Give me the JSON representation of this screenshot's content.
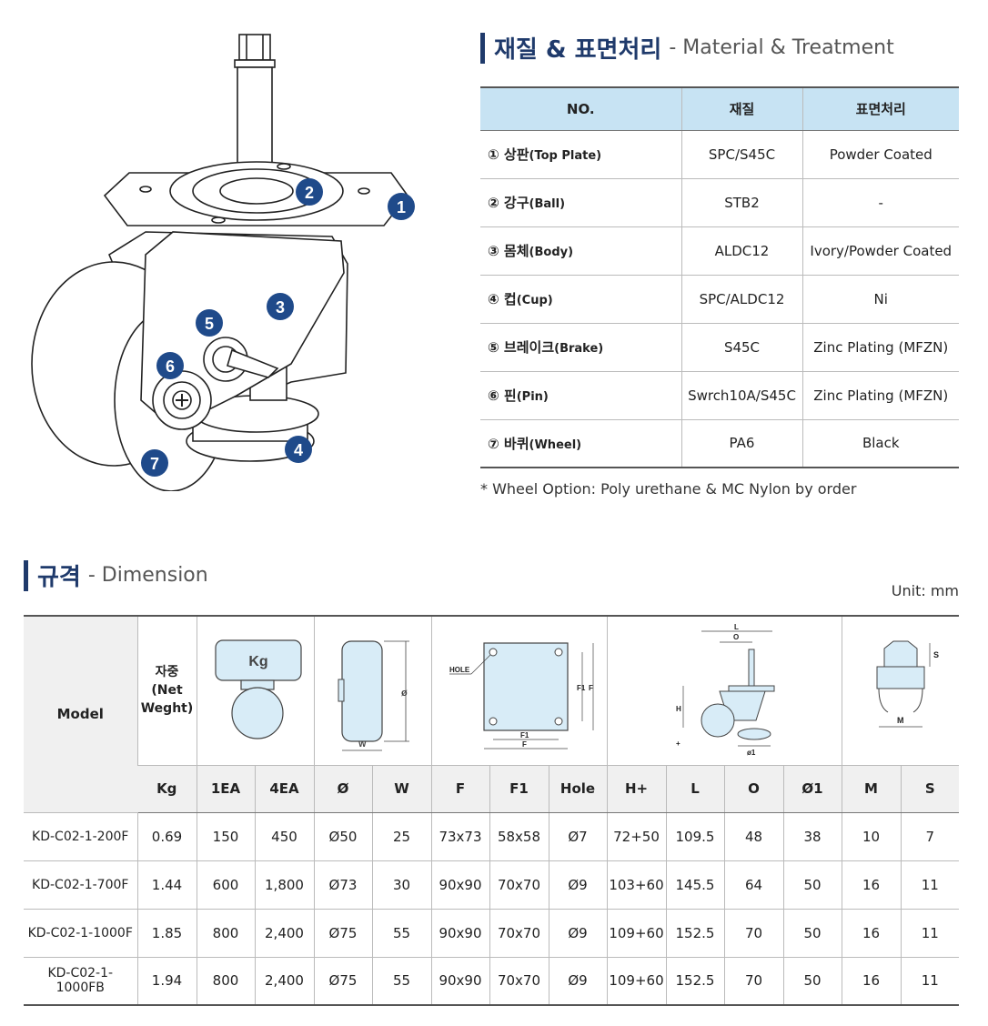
{
  "material_section": {
    "title_ko": "재질 & 표면처리",
    "title_en": "- Material & Treatment",
    "headers": [
      "NO.",
      "재질",
      "표면처리"
    ],
    "rows": [
      {
        "no_ko": "① 상판",
        "no_en": "(Top Plate)",
        "material": "SPC/S45C",
        "treatment": "Powder Coated"
      },
      {
        "no_ko": "② 강구",
        "no_en": "(Ball)",
        "material": "STB2",
        "treatment": "-"
      },
      {
        "no_ko": "③ 몸체",
        "no_en": "(Body)",
        "material": "ALDC12",
        "treatment": "Ivory/Powder Coated"
      },
      {
        "no_ko": "④ 컵",
        "no_en": "(Cup)",
        "material": "SPC/ALDC12",
        "treatment": "Ni"
      },
      {
        "no_ko": "⑤ 브레이크",
        "no_en": "(Brake)",
        "material": "S45C",
        "treatment": "Zinc Plating (MFZN)"
      },
      {
        "no_ko": "⑥ 핀",
        "no_en": "(Pin)",
        "material": "Swrch10A/S45C",
        "treatment": "Zinc Plating (MFZN)"
      },
      {
        "no_ko": "⑦ 바퀴",
        "no_en": "(Wheel)",
        "material": "PA6",
        "treatment": "Black"
      }
    ],
    "note": "* Wheel Option: Poly urethane & MC Nylon by order"
  },
  "callouts": [
    "1",
    "2",
    "3",
    "4",
    "5",
    "6",
    "7"
  ],
  "dimension_section": {
    "title_ko": "규격",
    "title_en": "- Dimension",
    "unit": "Unit: mm",
    "model_header": "Model",
    "weight_header": "자중\n(Net\nWeght)",
    "kg_icon_label": "Kg",
    "drawing_labels": {
      "diameter": "ø",
      "width": "W",
      "hole": "HOLE",
      "f1": "F1",
      "f": "F",
      "l": "L",
      "o": "O",
      "h": "H",
      "plus": "+",
      "o1": "ø1",
      "m": "M",
      "s": "S"
    },
    "sub_headers": [
      "Kg",
      "1EA",
      "4EA",
      "Ø",
      "W",
      "F",
      "F1",
      "Hole",
      "H+",
      "L",
      "O",
      "Ø1",
      "M",
      "S"
    ],
    "rows": [
      [
        "KD-C02-1-200F",
        "0.69",
        "150",
        "450",
        "Ø50",
        "25",
        "73x73",
        "58x58",
        "Ø7",
        "72+50",
        "109.5",
        "48",
        "38",
        "10",
        "7"
      ],
      [
        "KD-C02-1-700F",
        "1.44",
        "600",
        "1,800",
        "Ø73",
        "30",
        "90x90",
        "70x70",
        "Ø9",
        "103+60",
        "145.5",
        "64",
        "50",
        "16",
        "11"
      ],
      [
        "KD-C02-1-1000F",
        "1.85",
        "800",
        "2,400",
        "Ø75",
        "55",
        "90x90",
        "70x70",
        "Ø9",
        "109+60",
        "152.5",
        "70",
        "50",
        "16",
        "11"
      ],
      [
        "KD-C02-1-1000FB",
        "1.94",
        "800",
        "2,400",
        "Ø75",
        "55",
        "90x90",
        "70x70",
        "Ø9",
        "109+60",
        "152.5",
        "70",
        "50",
        "16",
        "11"
      ]
    ]
  },
  "colors": {
    "navy": "#1f3a6b",
    "header_blue": "#c7e3f3",
    "callout": "#1f4a8a"
  }
}
